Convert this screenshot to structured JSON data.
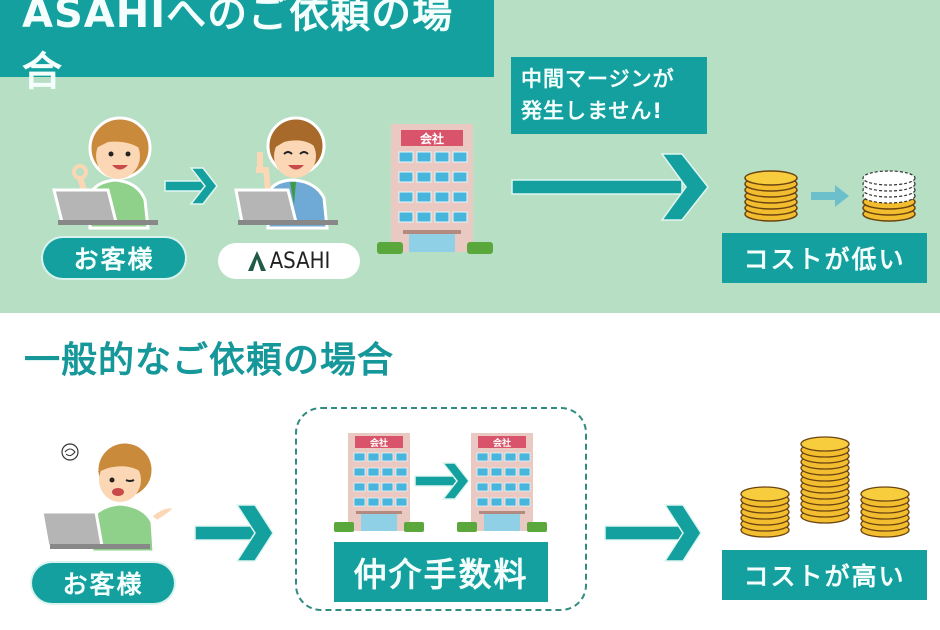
{
  "colors": {
    "teal": "#14a09e",
    "mint_background": "#b7dfc4",
    "coin_gold": "#f2bd2e",
    "company_sign": "#d9546a",
    "heading_text": "#16979a"
  },
  "asahi_section": {
    "title": "ASAHIへのご依頼の場合",
    "callout_line1": "中間マージンが",
    "callout_line2": "発生しません!",
    "customer_label": "お客様",
    "asahi_label": "ASAHI",
    "company_sign": "会社",
    "cost_label": "コストが低い",
    "icons": [
      "customer-woman-laptop-icon",
      "arrow-right-icon",
      "asahi-staff-man-laptop-icon",
      "company-building-icon",
      "big-arrow-right-icon",
      "coin-stack-icon",
      "reduced-coin-stack-icon"
    ]
  },
  "general_section": {
    "title": "一般的なご依頼の場合",
    "customer_label": "お客様",
    "company_sign_1": "会社",
    "company_sign_2": "会社",
    "fee_label": "仲介手数料",
    "cost_label": "コストが高い",
    "icons": [
      "confused-customer-icon",
      "arrow-right-icon",
      "company-building-icon",
      "coin-stacks-icon"
    ]
  }
}
